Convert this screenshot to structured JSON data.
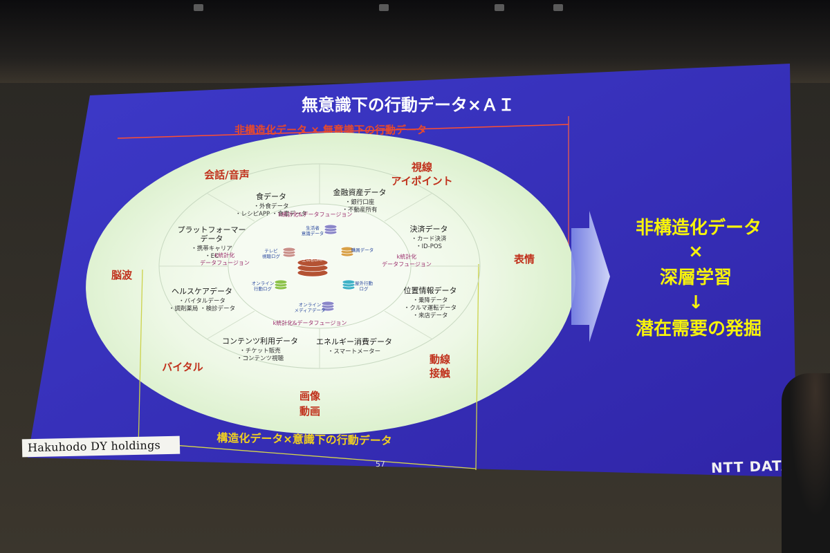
{
  "slide": {
    "title": "無意識下の行動データ×ＡＩ",
    "top_range_label": "非構造化データ × 無意識下の行動データ",
    "bottom_range_label": "構造化データ×意識下の行動データ",
    "page_number": "57",
    "brand_left": "Hakuhodo DY holdings",
    "brand_right": "NTT DATA"
  },
  "outer_labels": {
    "conversation": "会話/音声",
    "gaze": "視線\nアイポイント",
    "expression": "表情",
    "brainwave": "脳波",
    "vital": "バイタル",
    "flow": "動線\n接触",
    "image": "画像\n動画"
  },
  "segments": [
    {
      "title": "食データ",
      "items": [
        "・外食データ",
        "・レシピAPP ・食事データ"
      ]
    },
    {
      "title": "金融資産データ",
      "items": [
        "・銀行口座",
        "・不動産所有"
      ]
    },
    {
      "title": "プラットフォーマー\nデータ",
      "items": [
        "・携帯キャリア",
        "・EC"
      ]
    },
    {
      "title": "決済データ",
      "items": [
        "・カード決済",
        "・ID-POS"
      ]
    },
    {
      "title": "ヘルスケアデータ",
      "items": [
        "・バイタルデータ",
        "・調剤薬局 ・検診データ"
      ]
    },
    {
      "title": "位置情報データ",
      "items": [
        "・乗降データ",
        "・クルマ運転データ",
        "・来店データ"
      ]
    },
    {
      "title": "コンテンツ利用データ",
      "items": [
        "・チケット販売",
        "・コンテンツ視聴"
      ]
    },
    {
      "title": "エネルギー消費データ",
      "items": [
        "・スマートメーター"
      ]
    }
  ],
  "fusion_labels": {
    "top": "k統計化&データフュージョン",
    "left": "k統計化\nデータフュージョン",
    "right": "k統計化\nデータフュージョン",
    "bottom": "k統計化&データフュージョン"
  },
  "inner_nodes": [
    {
      "label": "生活者\n意識データ",
      "color": "#8a86c8"
    },
    {
      "label": "テレビ\n視聴ログ",
      "color": "#c98f88"
    },
    {
      "label": "購買データ",
      "color": "#d8a046"
    },
    {
      "label": "オンライン\n行動ログ",
      "color": "#8cc24a"
    },
    {
      "label": "屋外行動\nログ",
      "color": "#3fb2c6"
    },
    {
      "label": "オンライン\nメディアデータ",
      "color": "#8a86c8"
    }
  ],
  "center_node": {
    "label": "生活者DMP",
    "color": "#b45233"
  },
  "right_panel": {
    "line1": "非構造化データ",
    "line2": "×",
    "line3": "深層学習",
    "arrow": "↓",
    "line4": "潜在需要の発掘"
  },
  "colors": {
    "slide_bg": "#3b35c4",
    "title": "#ffffff",
    "outer_label": "#c0301b",
    "range_label": "#f0d020",
    "right_text": "#f7f30b",
    "ellipse": "#e9f7df"
  }
}
